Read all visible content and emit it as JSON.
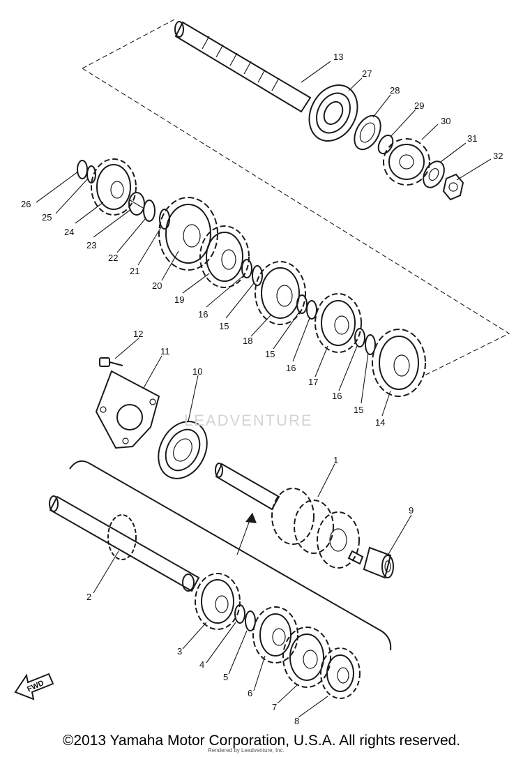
{
  "watermark": "LEADVENTURE",
  "fwd_label": "FWD",
  "copyright": "©2013 Yamaha Motor Corporation, U.S.A. All rights reserved.",
  "footer_small": "Rendered by Leadventure, Inc.",
  "callouts": {
    "p1": "1",
    "p2": "2",
    "p3": "3",
    "p4": "4",
    "p5": "5",
    "p6": "6",
    "p7": "7",
    "p8": "8",
    "p9": "9",
    "p10": "10",
    "p11": "11",
    "p12": "12",
    "p13": "13",
    "p14": "14",
    "p15a": "15",
    "p15b": "15",
    "p15c": "15",
    "p16a": "16",
    "p16b": "16",
    "p16c": "16",
    "p17": "17",
    "p18": "18",
    "p19": "19",
    "p20": "20",
    "p21": "21",
    "p22": "22",
    "p23": "23",
    "p24": "24",
    "p25": "25",
    "p26": "26",
    "p27": "27",
    "p28": "28",
    "p29": "29",
    "p30": "30",
    "p31": "31",
    "p32": "32"
  }
}
